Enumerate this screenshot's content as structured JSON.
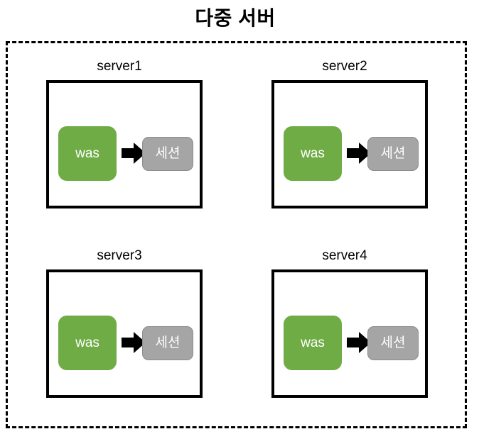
{
  "diagram": {
    "title": "다중 서버",
    "type": "multi-server-session-diagram",
    "colors": {
      "was_fill": "#6FAC46",
      "session_fill": "#A5A5A5",
      "session_border": "#8C8C8C",
      "box_border": "#000000",
      "cluster_border": "#000000",
      "background": "#FFFFFF",
      "label_text": "#000000",
      "node_text": "#FFFFFF"
    },
    "cluster": {
      "border_style": "dashed"
    },
    "servers": [
      {
        "label": "server1",
        "was_label": "was",
        "session_label": "세션",
        "arrow": "right-block-arrow-icon"
      },
      {
        "label": "server2",
        "was_label": "was",
        "session_label": "세션",
        "arrow": "right-block-arrow-icon"
      },
      {
        "label": "server3",
        "was_label": "was",
        "session_label": "세션",
        "arrow": "right-block-arrow-icon"
      },
      {
        "label": "server4",
        "was_label": "was",
        "session_label": "세션",
        "arrow": "right-block-arrow-icon"
      }
    ]
  }
}
